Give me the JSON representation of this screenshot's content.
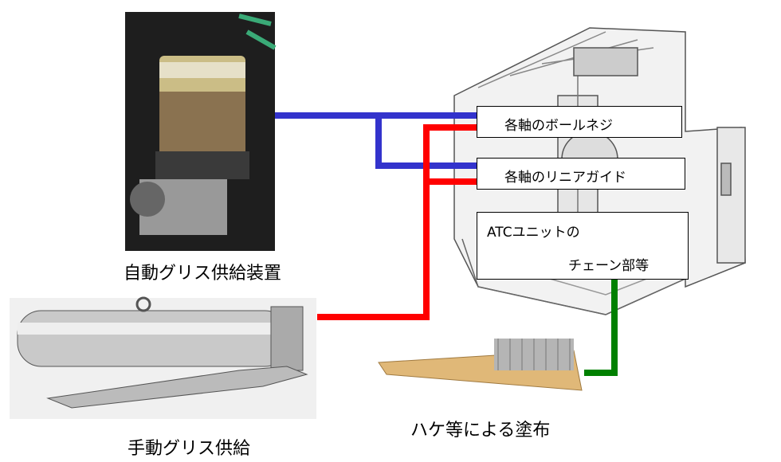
{
  "captions": {
    "auto_grease": "自動グリス供給装置",
    "manual_grease": "手動グリス供給",
    "brush": "ハケ等による塗布"
  },
  "targets": {
    "ball_screw": "各軸のボールネジ",
    "linear_guide": "各軸のリニアガイド",
    "atc_line1": "ATCユニットの",
    "atc_line2": "チェーン部等"
  },
  "colors": {
    "auto_line": "#3333cc",
    "manual_line": "#ff0000",
    "brush_line": "#008000"
  }
}
